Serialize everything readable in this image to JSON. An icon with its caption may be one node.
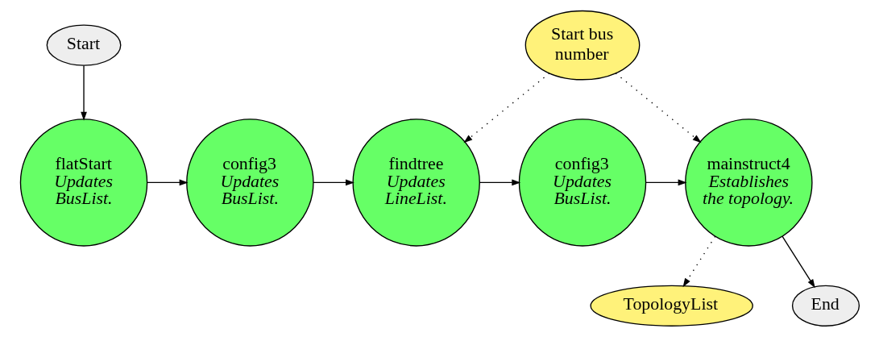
{
  "diagram": {
    "nodes": [
      {
        "text": [
          "Start"
        ]
      },
      {
        "text": [
          "Start bus number"
        ]
      },
      {
        "text": [
          "flatStart",
          "Updates BusList."
        ]
      },
      {
        "text": [
          "config3",
          "Updates BusList."
        ]
      },
      {
        "text": [
          "findtree",
          "Updates LineList."
        ]
      },
      {
        "text": [
          "config3",
          "Updates BusList."
        ]
      },
      {
        "text": [
          "mainstruct4",
          "Establishes the topology."
        ]
      },
      {
        "text": [
          "TopologyList"
        ]
      },
      {
        "text": [
          "End"
        ]
      }
    ],
    "edges": [
      {
        "from": 0,
        "to": 2,
        "arrow": "to"
      },
      {
        "from": 2,
        "to": 3,
        "arrow": "to"
      },
      {
        "from": 3,
        "to": 4,
        "arrow": "to"
      },
      {
        "from": 4,
        "to": 5,
        "arrow": "to"
      },
      {
        "from": 5,
        "to": 6,
        "arrow": "to"
      },
      {
        "from": 1,
        "to": 4,
        "arrow": "to",
        "style": "dashed"
      },
      {
        "from": 1,
        "to": 6,
        "arrow": "to",
        "style": "dashed"
      },
      {
        "from": 6,
        "to": 7,
        "arrow": "to",
        "style": "dashed"
      },
      {
        "from": 6,
        "to": 8,
        "arrow": "to"
      }
    ]
  }
}
